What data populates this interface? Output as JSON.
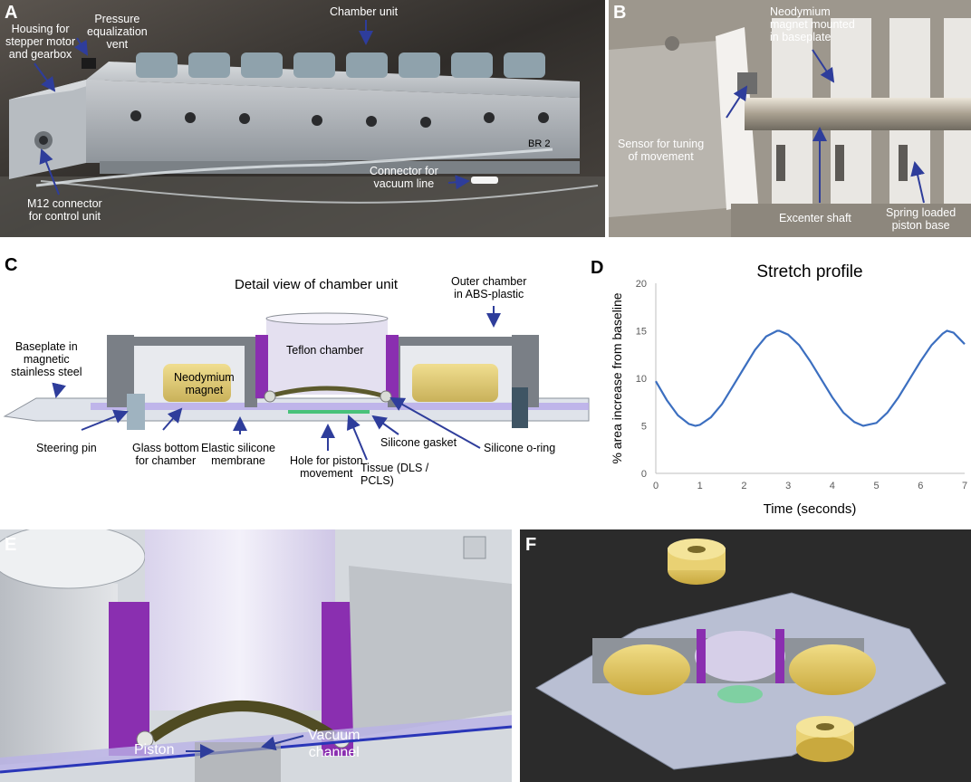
{
  "panels": {
    "A": {
      "label": "A",
      "annotations": {
        "housing": [
          "Housing for",
          "stepper motor",
          "and gearbox"
        ],
        "vent": [
          "Pressure",
          "equalization",
          "vent"
        ],
        "chamber_unit": "Chamber unit",
        "m12": [
          "M12 connector",
          "for control unit"
        ],
        "vacuum": [
          "Connector for",
          "vacuum line"
        ],
        "tag": "BR 2"
      }
    },
    "B": {
      "label": "B",
      "annotations": {
        "magnet": [
          "Neodymium",
          "magnet mounted",
          "in baseplate"
        ],
        "sensor": [
          "Sensor for tuning",
          "of movement"
        ],
        "shaft": "Excenter shaft",
        "piston": [
          "Spring loaded",
          "piston base"
        ]
      }
    },
    "C": {
      "label": "C",
      "title": "Detail view of chamber unit",
      "annotations": {
        "outer": [
          "Outer chamber",
          "in ABS-plastic"
        ],
        "baseplate": [
          "Baseplate in",
          "magnetic",
          "stainless steel"
        ],
        "teflon": "Teflon chamber",
        "magnet": [
          "Neodymium",
          "magnet"
        ],
        "steering": "Steering pin",
        "glass": [
          "Glass bottom",
          "for chamber"
        ],
        "membrane": [
          "Elastic silicone",
          "membrane"
        ],
        "hole": [
          "Hole for piston",
          "movement"
        ],
        "tissue": [
          "Tissue (DLS /",
          "PCLS)"
        ],
        "gasket": "Silicone gasket",
        "oring": "Silicone o-ring"
      }
    },
    "D": {
      "label": "D"
    },
    "E": {
      "label": "E",
      "annotations": {
        "piston": "Piston",
        "vacuum": [
          "Vacuum",
          "channel"
        ]
      }
    },
    "F": {
      "label": "F"
    }
  },
  "chart_data": {
    "type": "line",
    "title": "Stretch profile",
    "xlabel": "Time (seconds)",
    "ylabel": "% area increase from baseline",
    "xlim": [
      0,
      7
    ],
    "ylim": [
      0,
      20
    ],
    "xticks": [
      0,
      1,
      2,
      3,
      4,
      5,
      6,
      7
    ],
    "yticks": [
      0,
      5,
      10,
      15,
      20
    ],
    "grid": false,
    "series": [
      {
        "x": [
          0,
          0.25,
          0.5,
          0.75,
          0.9,
          1.0,
          1.25,
          1.5,
          1.75,
          2.0,
          2.25,
          2.5,
          2.75,
          2.8,
          3.0,
          3.25,
          3.5,
          3.75,
          4.0,
          4.25,
          4.5,
          4.7,
          5.0,
          5.25,
          5.5,
          5.75,
          6.0,
          6.25,
          6.5,
          6.6,
          6.75,
          7.0
        ],
        "y": [
          9.7,
          7.7,
          6.1,
          5.2,
          5.0,
          5.1,
          5.9,
          7.3,
          9.2,
          11.1,
          13.0,
          14.4,
          15.0,
          15.0,
          14.6,
          13.5,
          11.8,
          9.9,
          8.0,
          6.4,
          5.4,
          5.0,
          5.3,
          6.4,
          8.0,
          9.9,
          11.8,
          13.5,
          14.7,
          15.0,
          14.8,
          13.6
        ],
        "color": "#3c6fc0"
      }
    ]
  },
  "colors": {
    "arrow": "#2e3d9b",
    "purple": "#8a2fb0",
    "magnet": "#e8d27a",
    "steel": "#9aa3ad",
    "glass": "#b6a8e6"
  }
}
